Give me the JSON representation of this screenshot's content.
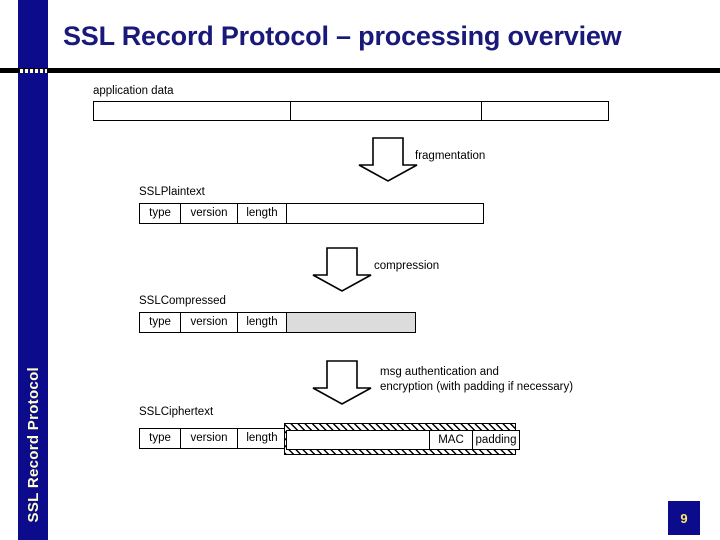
{
  "slide": {
    "title": "SSL Record Protocol – processing overview",
    "side_band_title": "SSL Record Protocol",
    "page_number": "9",
    "accent_blue": "#0b0b8c",
    "title_blue": "#19197a",
    "accent_yellow": "#ffffcc",
    "grey_fill": "#dcdcdc"
  },
  "application_data": {
    "label": "application data",
    "segment_widths": [
      198,
      192,
      128
    ]
  },
  "steps": [
    {
      "name": "fragmentation",
      "label": "fragmentation"
    },
    {
      "name": "compression",
      "label": "compression"
    },
    {
      "name": "encryption",
      "label": "msg authentication and\nencryption (with padding if necessary)"
    }
  ],
  "records": [
    {
      "name": "SSLPlaintext",
      "title": "SSLPlaintext",
      "fields": [
        "type",
        "version",
        "length"
      ],
      "payload_label": "",
      "payload_style": "white"
    },
    {
      "name": "SSLCompressed",
      "title": "SSLCompressed",
      "fields": [
        "type",
        "version",
        "length"
      ],
      "payload_label": "",
      "payload_style": "grey"
    },
    {
      "name": "SSLCiphertext",
      "title": "SSLCiphertext",
      "fields": [
        "type",
        "version",
        "length"
      ],
      "encrypted_fields": [
        "",
        "MAC",
        "padding"
      ],
      "payload_style": "hatched"
    }
  ]
}
